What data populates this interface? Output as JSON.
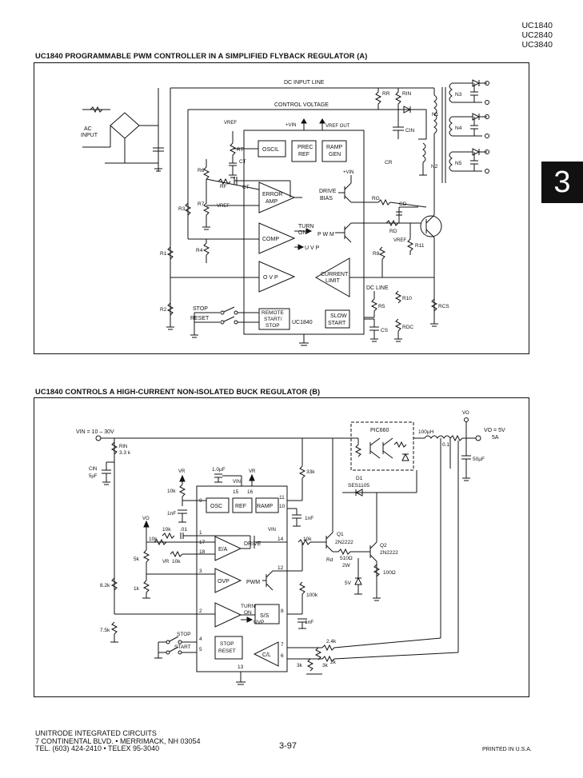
{
  "part_numbers": [
    "UC1840",
    "UC2840",
    "UC3840"
  ],
  "section_tab": "3",
  "figure_a": {
    "title": "UC1840 PROGRAMMABLE PWM CONTROLLER IN A SIMPLIFIED FLYBACK REGULATOR (A)",
    "labels": {
      "dc_input_line": "DC INPUT LINE",
      "control_voltage": "CONTROL VOLTAGE",
      "ac_input_1": "AC",
      "ac_input_2": "INPUT",
      "vin": "+VIN",
      "vref_out": "VREF OUT",
      "vref": "VREF",
      "vref2": "VREF",
      "vref3": "VREF",
      "vin2": "+VIN",
      "oscil": "OSCIL",
      "prec_ref_1": "PREC",
      "prec_ref_2": "REF",
      "ramp_gen_1": "RAMP",
      "ramp_gen_2": "GEN",
      "error_amp_1": "ERROR",
      "error_amp_2": "AMP",
      "comp": "COMP",
      "ovp": "O V P",
      "turn_on_1": "TURN",
      "turn_on_2": "ON",
      "uvp": "U V P",
      "drive_bias_1": "DRIVE",
      "drive_bias_2": "BIAS",
      "pwm": "P W M",
      "current_limit_1": "CURRENT",
      "current_limit_2": "LIMIT",
      "dc_line": "DC LINE",
      "stop": "STOP",
      "reset": "RESET",
      "remote_1": "REMOTE",
      "remote_2": "START/",
      "remote_3": "STOP",
      "ic": "UC1840",
      "slow_start_1": "SLOW",
      "slow_start_2": "START",
      "RR": "RR",
      "RIN": "RIN",
      "N1": "N1",
      "N2": "N2",
      "N3": "N3",
      "N4": "N4",
      "N5": "N5",
      "CIN": "CIN",
      "CR": "CR",
      "RT": "RT",
      "CT": "CT",
      "CT2": "CT",
      "R6": "R6",
      "RF": "RF",
      "R3": "R3",
      "R7": "R7",
      "RG": "RG",
      "CD": "CD",
      "RD": "RD",
      "R11": "R11",
      "R8": "R8",
      "R1": "R1",
      "R4": "R4",
      "R10": "R10",
      "R5": "R5",
      "RCS": "RCS",
      "R2": "R2",
      "CS": "CS",
      "RDC": "RDC"
    }
  },
  "figure_b": {
    "title": "UC1840 CONTROLS A HIGH-CURRENT NON-ISOLATED BUCK REGULATOR (B)",
    "labels": {
      "vin": "VIN = 10 – 30V",
      "rin": "RIN",
      "rin_v": "3.3 k",
      "cin": "CIN",
      "cin_v": "5µF",
      "pic": "PIC660",
      "l": "100µH",
      "r01": "0.1",
      "vo": "VO",
      "vo_spec_1": "VO = 5V",
      "vo_spec_2": "5A",
      "c50": "50µF",
      "vr": "VR",
      "vr2": "VR",
      "c1u": "1.0µF",
      "vin_pin": "VIN",
      "r33k": "33k",
      "d1": "D1",
      "d1p": "SES1105",
      "r10k": "10k",
      "c1nf": "1nF",
      "c1nf2": "1nF",
      "c1nf3": "1nF",
      "vo2": "VO",
      "r10k2": "10k",
      "c01": ".01",
      "r10k3": "10k",
      "r5k": "5k",
      "r10k4": "10k",
      "vr3": "VR",
      "r1k": "1k",
      "r82k": "8.2k",
      "r75k": "7.5k",
      "osc": "OSC",
      "ref": "REF",
      "ramp": "RAMP",
      "ea": "E/A",
      "ovp": "OVP",
      "pwm": "PWM",
      "drive": "DRIVE",
      "vin3": "VIN",
      "turn": "TURN",
      "on": "ON",
      "uvp": "UVP",
      "ss": "S/S",
      "stop": "STOP",
      "start": "START",
      "stop_reset_1": "STOP",
      "stop_reset_2": "RESET",
      "cl": "C/L",
      "r10k5": "10k",
      "q1": "Q1",
      "q1p": "2N2222",
      "rd": "Rd",
      "rd_v1": "510Ω",
      "rd_v2": "2W",
      "q2": "Q2",
      "q2p": "2N2222",
      "r100": "100Ω",
      "z5v": "5V",
      "r100k": "100k",
      "r24k": "2.4k",
      "r2k": "2k",
      "r3k": "3k",
      "r3k2": "3k",
      "p9": "9",
      "p15": "15",
      "p16": "16",
      "p11": "11",
      "p10": "10",
      "p1": "1",
      "p17": "17",
      "p18": "18",
      "p14": "14",
      "p3": "3",
      "p12": "12",
      "p2": "2",
      "p8": "8",
      "p4": "4",
      "p5": "5",
      "p7": "7",
      "p6": "6",
      "p13": "13"
    }
  },
  "footer": {
    "company": "UNITRODE INTEGRATED CIRCUITS",
    "address": "7 CONTINENTAL BLVD. • MERRIMACK, NH 03054",
    "phone": "TEL. (603) 424-2410 • TELEX 95-3040",
    "page": "3-97",
    "printed": "PRINTED IN U.S.A."
  }
}
